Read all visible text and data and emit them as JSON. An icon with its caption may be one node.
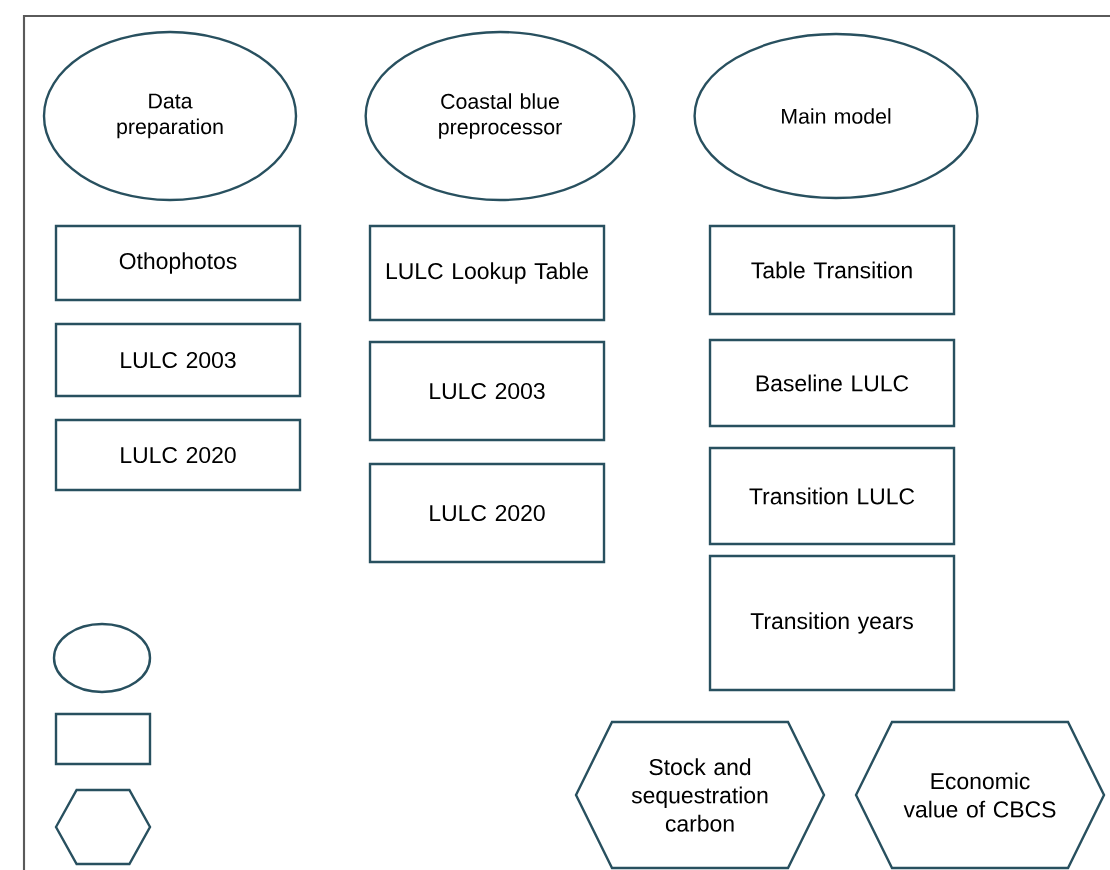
{
  "diagram": {
    "nodes": [
      {
        "text": [
          "Data preparation"
        ]
      },
      {
        "text": [
          "Othophotos"
        ]
      },
      {
        "text": [
          "LULC 2003"
        ]
      },
      {
        "text": [
          "LULC 2020"
        ]
      },
      {
        "text": [
          "Coastal blue preprocessor"
        ]
      },
      {
        "text": [
          "LULC Lookup Table"
        ]
      },
      {
        "text": [
          "LULC 2003"
        ]
      },
      {
        "text": [
          "LULC 2020"
        ]
      },
      {
        "text": [
          "Main model"
        ]
      },
      {
        "text": [
          "Table Transition"
        ]
      },
      {
        "text": [
          "Baseline LULC"
        ]
      },
      {
        "text": [
          "Transition LULC"
        ]
      },
      {
        "text": [
          "Transition years"
        ]
      },
      {
        "text": [
          "Stock and sequestration carbon"
        ]
      },
      {
        "text": [
          "Economic value of CBCS"
        ]
      },
      {
        "text": [],
        "shape": "ellipse"
      },
      {
        "text": [],
        "shape": "box"
      },
      {
        "text": [],
        "shape": "hexagon"
      }
    ]
  }
}
